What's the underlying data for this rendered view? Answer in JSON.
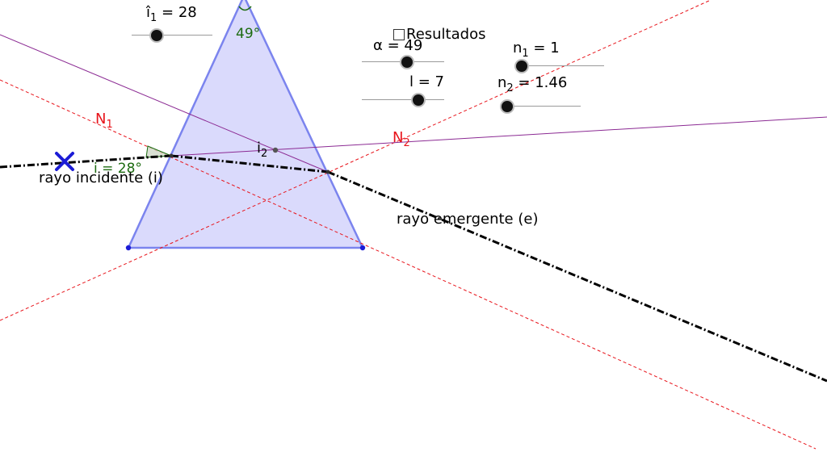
{
  "sliders": {
    "i1": {
      "label_main": "î",
      "label_sub": "1",
      "label_rest": " = 28",
      "value": 28,
      "min": 0,
      "max": 90
    },
    "alpha": {
      "label": "α = 49",
      "value": 49,
      "min": 0,
      "max": 90
    },
    "l": {
      "label": "l = 7",
      "value": 7,
      "min": 0,
      "max": 10
    },
    "n1": {
      "label_main": "n",
      "label_sub": "1",
      "label_rest": " = 1",
      "value": 1,
      "min": 1,
      "max": 3
    },
    "n2": {
      "label_main": "n",
      "label_sub": "2",
      "label_rest": " = 1.46",
      "value": 1.46,
      "min": 1,
      "max": 3
    }
  },
  "checkbox": {
    "label": "Resultados",
    "checked": false
  },
  "labels": {
    "apex_angle": "49°",
    "normal1_main": "N",
    "normal1_sub": "1",
    "normal2_main": "N",
    "normal2_sub": "2",
    "i2_main": "i",
    "i2_sub": "2",
    "incidence_angle": "i = 28°",
    "incident_ray": "rayo incidente (i)",
    "emergent_ray": "rayo emergente (e)"
  },
  "colors": {
    "prism_fill": "#d3d4fb",
    "prism_edge": "#7b84ee",
    "normal_lines": "#e8141b",
    "construction_line": "#8b2a93",
    "ray": "#000000",
    "point_blue": "#1c1cd6",
    "angle_green": "#1c6b10"
  },
  "icons": {
    "source_marker": "x-marker-icon"
  }
}
